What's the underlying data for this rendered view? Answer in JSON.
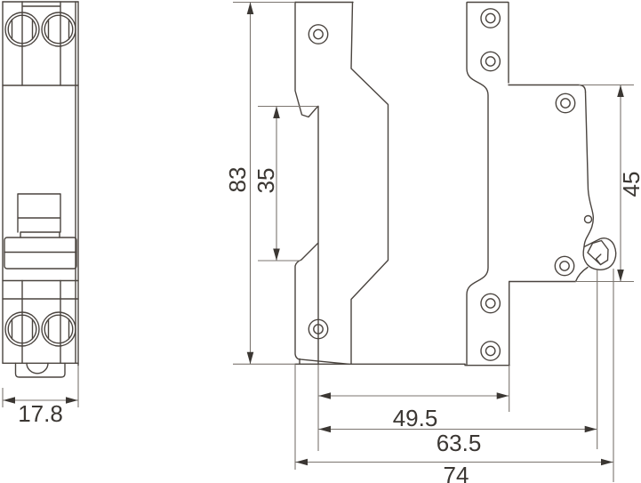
{
  "drawing": {
    "colors": {
      "background": "#ffffff",
      "outline": "#4a443f",
      "dimension_line": "#7b756f",
      "text": "#3b3733"
    },
    "labels": {
      "front_width": "17.8",
      "overall_height": "83",
      "recess_height": "35",
      "rail_section_height": "45",
      "depth_to_back": "49.5",
      "depth_to_clip": "63.5",
      "overall_depth": "74"
    }
  }
}
